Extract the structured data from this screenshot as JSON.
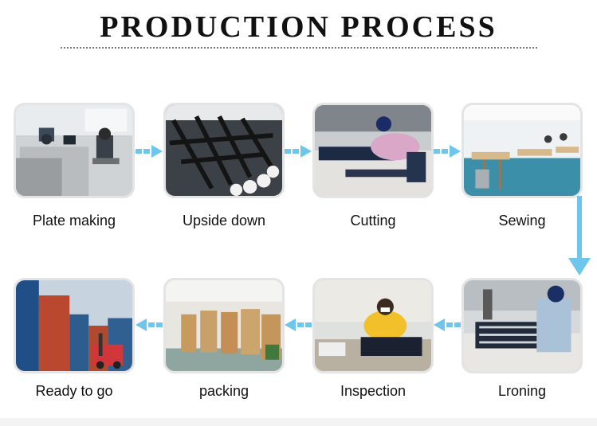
{
  "title": "PRODUCTION PROCESS",
  "colors": {
    "arrow": "#6ec6ec",
    "frame": "#e4e4e4"
  },
  "steps": [
    {
      "label": "Plate making"
    },
    {
      "label": "Upside down"
    },
    {
      "label": "Cutting"
    },
    {
      "label": "Sewing"
    },
    {
      "label": "Lroning"
    },
    {
      "label": "Inspection"
    },
    {
      "label": "packing"
    },
    {
      "label": "Ready to go"
    }
  ]
}
